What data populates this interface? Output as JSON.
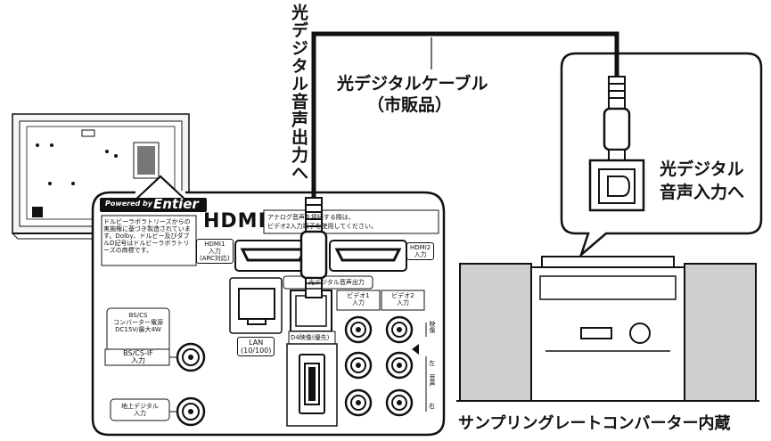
{
  "labels": {
    "vertical_cable_to": "光デジタル音声出力へ",
    "cable_name": "光デジタルケーブル",
    "cable_note": "（市販品）",
    "device_input_line1": "光デジタル",
    "device_input_line2": "音声入力へ",
    "device_caption": "サンプリングレートコンバーター内蔵"
  },
  "panel": {
    "powered_by": "Powered by",
    "brand": "Entier",
    "dolby_note": "ドルビーラボラトリーズからの実施権に基づき製造されています。Dolby、ドルビー及びダブルD記号はドルビーラボラトリーズの商標です。",
    "hdmi_logo": "HDMI",
    "analog_note_line1": "アナログ音声を接続する際は、",
    "analog_note_line2": "ビデオ2入力端子を使用してください。",
    "hdmi1_label": "HDMI1\n入力\n(ARC対応)",
    "hdmi2_label": "HDMI2\n入力",
    "optical_label": "光デジタル音声出力",
    "video1_label": "ビデオ1\n入力",
    "video2_label": "ビデオ2\n入力",
    "lan_label": "LAN\n(10/100)",
    "d4_label": "D4映像(優先)",
    "bs_power_label": "BS/CS\nコンバーター電源\nDC15V/最大4W",
    "bs_if_label": "BS/CS-IF\n入力",
    "terrestrial_label": "地上デジタル\n入力",
    "side_video": "映像",
    "side_left": "左",
    "side_audio": "音声",
    "side_right": "右"
  }
}
